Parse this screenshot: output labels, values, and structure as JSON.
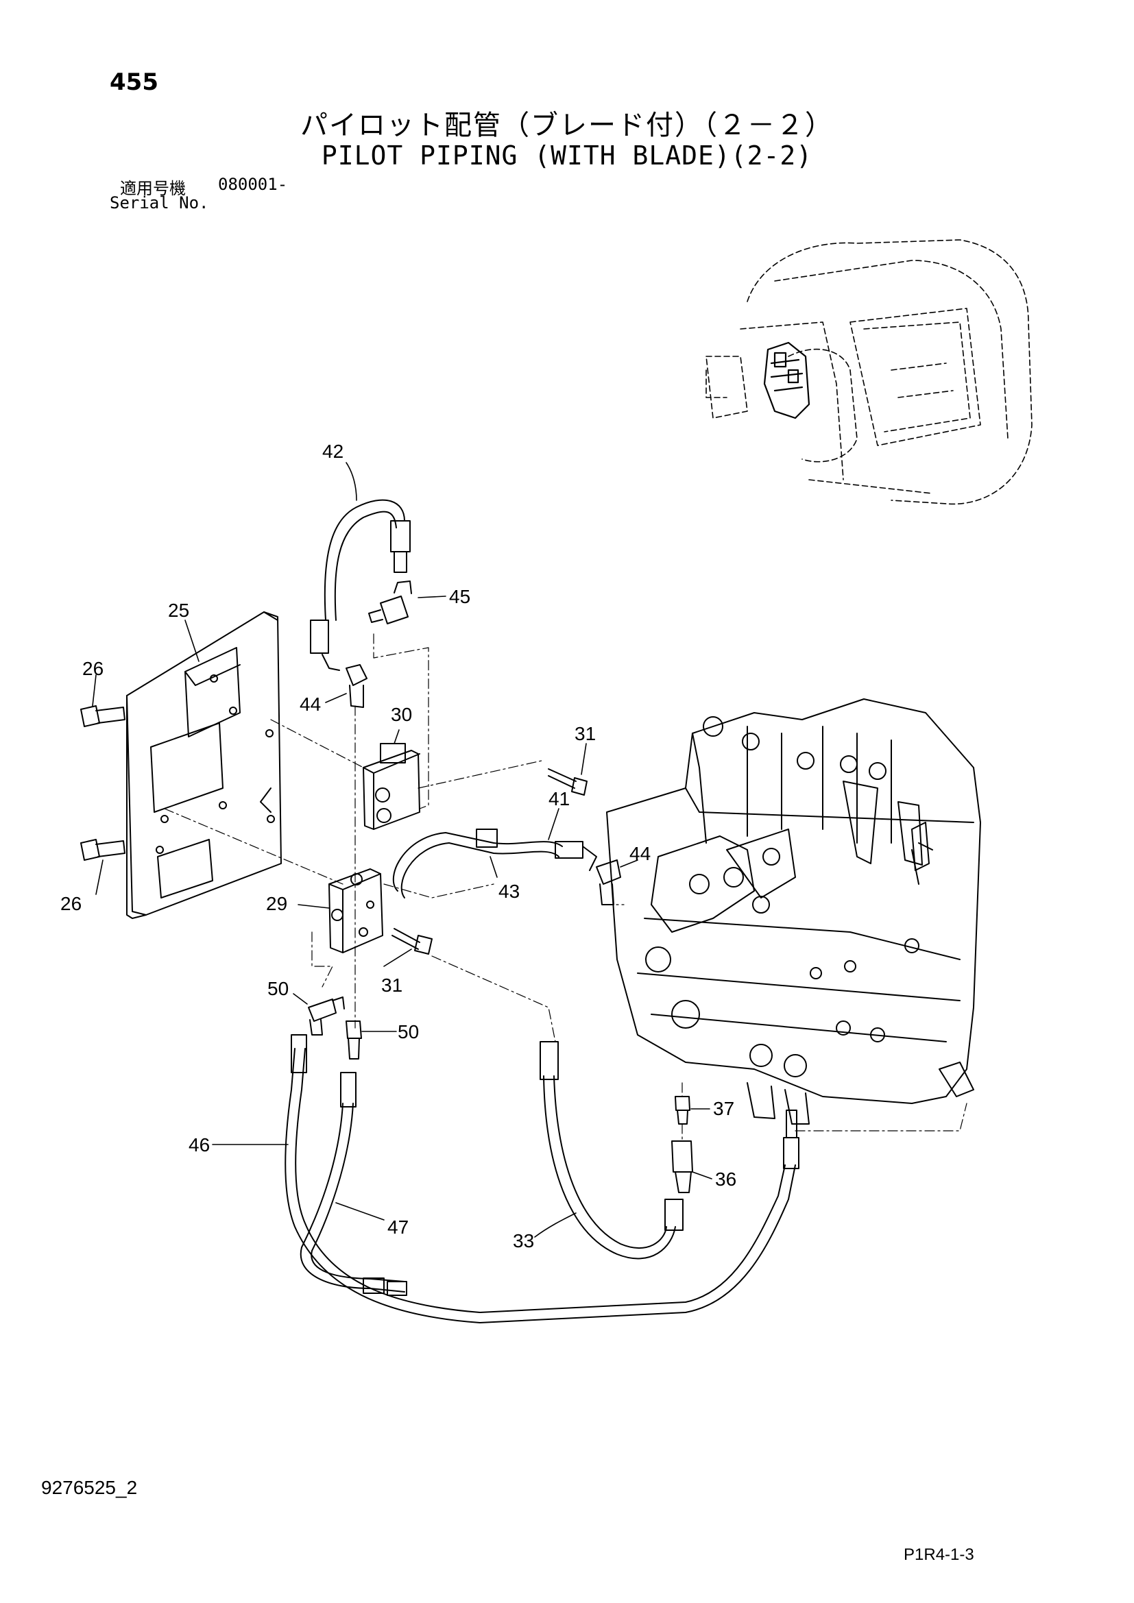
{
  "header": {
    "page_number": "455",
    "title_jp": "パイロット配管（ブレード付）（２－２）",
    "title_en": "PILOT PIPING (WITH BLADE)(2-2)",
    "serial_label_jp": "適用号機",
    "serial_value": "080001-",
    "serial_label_en": "Serial No."
  },
  "footer": {
    "doc_id": "9276525_2",
    "page_code": "P1R4-1-3"
  },
  "callouts": {
    "c42": "42",
    "c45": "45",
    "c25": "25",
    "c26a": "26",
    "c44a": "44",
    "c30": "30",
    "c31a": "31",
    "c41": "41",
    "c44b": "44",
    "c26b": "26",
    "c43": "43",
    "c29": "29",
    "c31b": "31",
    "c50a": "50",
    "c50b": "50",
    "c37": "37",
    "c46": "46",
    "c36": "36",
    "c47": "47",
    "c33": "33"
  }
}
